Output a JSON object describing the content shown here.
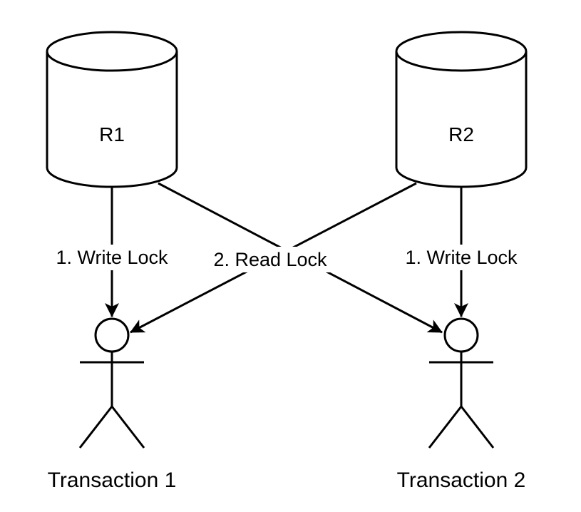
{
  "resources": [
    {
      "id": "r1",
      "label": "R1"
    },
    {
      "id": "r2",
      "label": "R2"
    }
  ],
  "actors": [
    {
      "id": "t1",
      "label": "Transaction 1"
    },
    {
      "id": "t2",
      "label": "Transaction 2"
    }
  ],
  "edges": [
    {
      "from": "R1",
      "to": "Transaction 1",
      "label": "1. Write Lock"
    },
    {
      "from": "R2",
      "to": "Transaction 2",
      "label": "1. Write Lock"
    },
    {
      "from": "R1",
      "to": "Transaction 2",
      "label": "2. Read Lock"
    },
    {
      "from": "R2",
      "to": "Transaction 1",
      "label": "2. Read Lock"
    }
  ],
  "shared_label": "2. Read Lock"
}
